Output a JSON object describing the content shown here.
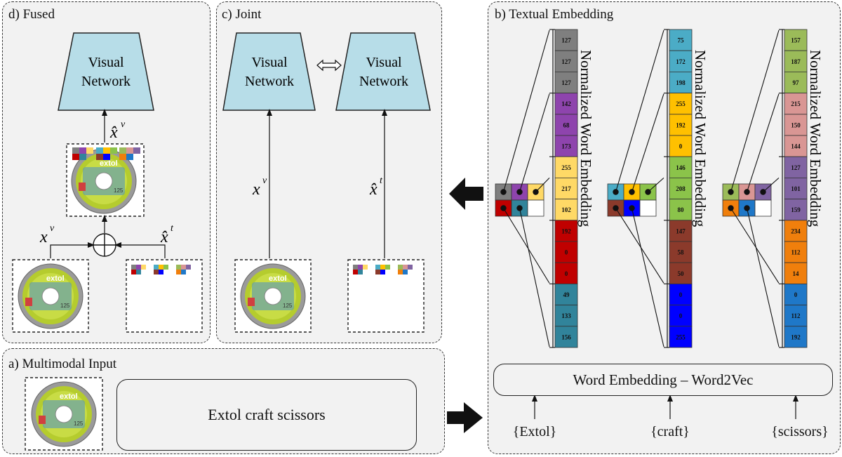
{
  "panels": {
    "fused": {
      "title": "d) Fused"
    },
    "joint": {
      "title": "c) Joint"
    },
    "textual": {
      "title": "b) Textual Embedding"
    },
    "input": {
      "title": "a) Multimodal Input"
    }
  },
  "network_label": [
    "Visual",
    "Network"
  ],
  "math": {
    "xv": "x",
    "xv_sup": "v",
    "xt": "x̂",
    "xt_sup": "t",
    "xv_hat": "x̂",
    "xv_hat_sup": "v"
  },
  "input_text": "Extol craft scissors",
  "embedding_box": "Word Embedding – Word2Vec",
  "vertical_label": "Normalized Word Embedding",
  "words": [
    "{Extol}",
    "{craft}",
    "{scissors}"
  ],
  "columns": [
    {
      "word": "Extol",
      "colors": [
        "#7f7f7f",
        "#7f7f7f",
        "#7f7f7f",
        "#8e44ad",
        "#8e44ad",
        "#8e44ad",
        "#ffd966",
        "#ffd966",
        "#ffd966",
        "#c00000",
        "#c00000",
        "#c00000",
        "#31849b",
        "#31849b",
        "#31849b"
      ],
      "values": [
        "127",
        "127",
        "127",
        "142",
        "68",
        "173",
        "255",
        "217",
        "102",
        "192",
        "0",
        "0",
        "49",
        "133",
        "156"
      ]
    },
    {
      "word": "craft",
      "colors": [
        "#4bacc6",
        "#4bacc6",
        "#4bacc6",
        "#ffc000",
        "#ffc000",
        "#ffc000",
        "#8bc34a",
        "#8bc34a",
        "#8bc34a",
        "#8b3a2b",
        "#8b3a2b",
        "#8b3a2b",
        "#0000ff",
        "#0000ff",
        "#0000ff"
      ],
      "values": [
        "75",
        "172",
        "198",
        "255",
        "192",
        "0",
        "146",
        "208",
        "80",
        "147",
        "58",
        "50",
        "0",
        "0",
        "255"
      ]
    },
    {
      "word": "scissors",
      "colors": [
        "#9bbb59",
        "#9bbb59",
        "#9bbb59",
        "#d99694",
        "#d99694",
        "#d99694",
        "#8064a2",
        "#8064a2",
        "#8064a2",
        "#f07f0c",
        "#f07f0c",
        "#f07f0c",
        "#1f78c8",
        "#1f78c8",
        "#1f78c8"
      ],
      "values": [
        "157",
        "187",
        "97",
        "215",
        "150",
        "144",
        "127",
        "101",
        "159",
        "234",
        "112",
        "14",
        "0",
        "112",
        "192"
      ]
    }
  ],
  "colors": {
    "network_fill": "#b7dde8",
    "panel_bg": "#f2f2f2",
    "disc_green": "#b5cc2e",
    "disc_gray": "#a0a0a0"
  }
}
